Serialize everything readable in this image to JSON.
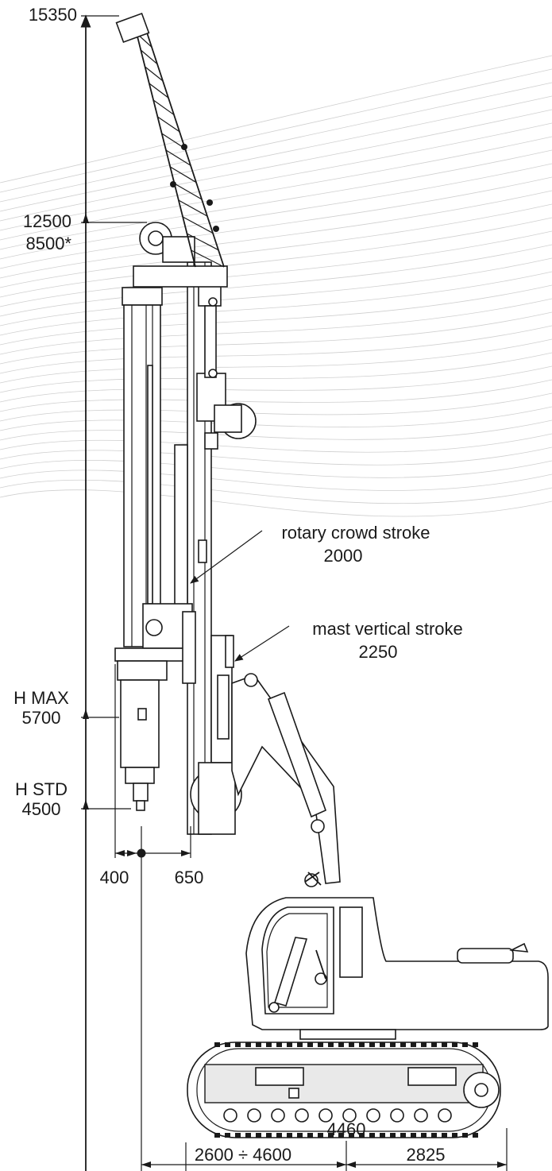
{
  "colors": {
    "ink": "#1a1a1a",
    "curves": "#cfcfcf",
    "background": "#ffffff"
  },
  "heights": {
    "top": "15350",
    "mast_head": "12500",
    "mast_head_alt": "8500*",
    "h_max_label": "H MAX",
    "h_max_value": "5700",
    "h_std_label": "H STD",
    "h_std_value": "4500",
    "ground": "0"
  },
  "strokes": {
    "rotary_label": "rotary crowd stroke",
    "rotary_value": "2000",
    "mast_label": "mast vertical stroke",
    "mast_value": "2250"
  },
  "offsets": {
    "left": "400",
    "right": "650"
  },
  "base": {
    "track_length": "4460",
    "reach": "2600  ÷  4600",
    "tail": "2825"
  }
}
